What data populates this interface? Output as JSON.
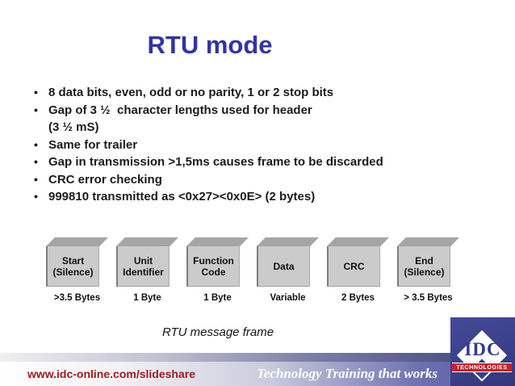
{
  "colors": {
    "title_blue": "#3134a3",
    "body_text": "#1b1b1b",
    "box_front_gray": "#cbcbcb",
    "box_top_gray": "#a5a5a5",
    "footer_link_red": "#9e1b1f",
    "footer_gradient_blue": "#5155a1",
    "logo_blue": "#3a3f8c",
    "logo_band_red": "#c7232a"
  },
  "slide": {
    "title": "RTU mode",
    "bullet_glyph": "•",
    "bullets": [
      {
        "line1": "8 data bits, even, odd or no parity, 1 or 2 stop bits",
        "line2": ""
      },
      {
        "line1": "Gap of 3 ½  character lengths used for header",
        "line2": "(3 ½ mS)"
      },
      {
        "line1": "Same for trailer",
        "line2": ""
      },
      {
        "line1": "Gap in transmission >1,5ms causes frame to be discarded",
        "line2": ""
      },
      {
        "line1": "CRC error checking",
        "line2": ""
      },
      {
        "line1": "999810 transmitted as <0x27><0x0E> (2 bytes)",
        "line2": ""
      }
    ]
  },
  "diagram": {
    "caption": "RTU message frame",
    "blocks": [
      {
        "label_line1": "Start",
        "label_line2": "(Silence)",
        "size": ">3.5 Bytes"
      },
      {
        "label_line1": "Unit",
        "label_line2": "Identifier",
        "size": "1 Byte"
      },
      {
        "label_line1": "Function",
        "label_line2": "Code",
        "size": "1 Byte"
      },
      {
        "label_line1": "Data",
        "label_line2": "",
        "size": "Variable"
      },
      {
        "label_line1": "CRC",
        "label_line2": "",
        "size": "2 Bytes"
      },
      {
        "label_line1": "End",
        "label_line2": "(Silence)",
        "size": "> 3.5 Bytes"
      }
    ]
  },
  "footer": {
    "url": "www.idc-online.com/slideshare",
    "tagline": "Technology Training that works",
    "logo": {
      "name": "IDC",
      "sub": "TECHNOLOGIES"
    }
  }
}
